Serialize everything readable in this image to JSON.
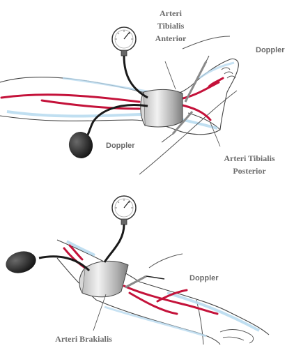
{
  "colors": {
    "artery": "#c4123a",
    "vein_tint": "#b9dbf0",
    "outline": "#444444",
    "cuff_light": "#e6e6e6",
    "cuff_dark": "#8a8a8a",
    "bulb": "#1e1e1e",
    "label": "#6b6b6b"
  },
  "top_panel": {
    "labels": {
      "anterior_line1": "Arteri",
      "anterior_line2": "Tibialis",
      "anterior_line3": "Anterior",
      "doppler_right": "Doppler",
      "doppler_left": "Doppler",
      "posterior_line1": "Arteri Tibialis",
      "posterior_line2": "Posterior"
    }
  },
  "bottom_panel": {
    "labels": {
      "doppler": "Doppler",
      "brachial": "Arteri Brakialis"
    }
  }
}
